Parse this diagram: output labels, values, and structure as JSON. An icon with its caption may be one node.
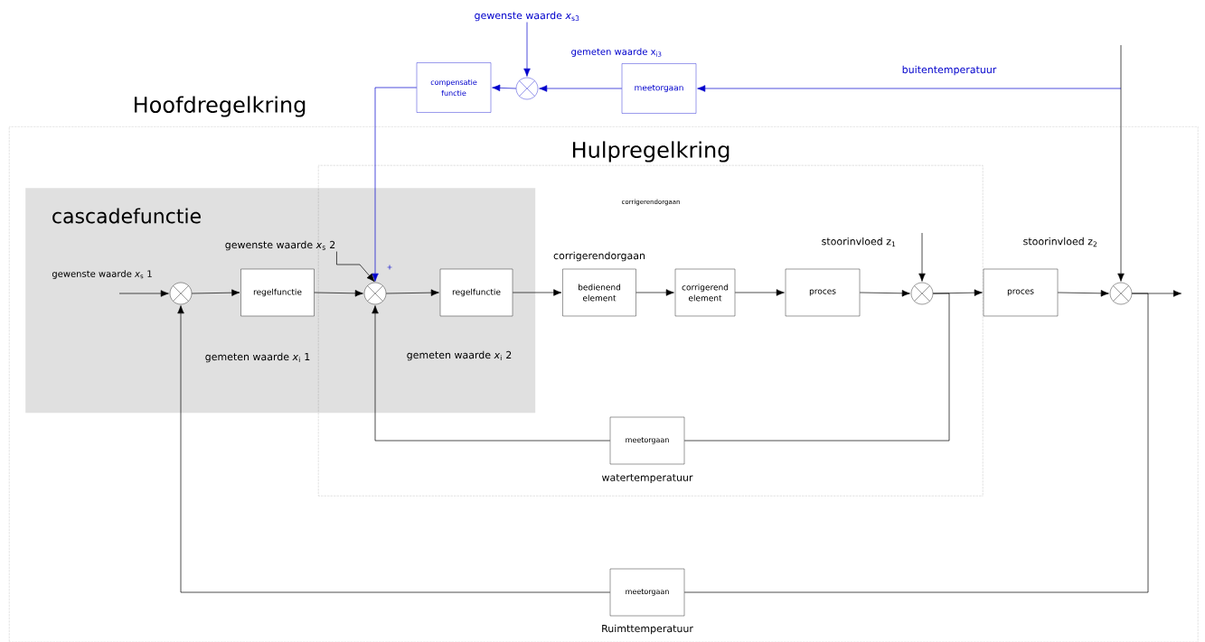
{
  "diagram": {
    "nodes": [
      {
        "text": [
          "gewenste waarde *x*$_{s3}$"
        ]
      },
      {
        "text": [
          "compensatie functie"
        ]
      },
      {
        "text": [],
        "shape": "circle"
      },
      {
        "text": [
          "meetorgaan"
        ]
      },
      {
        "text": [
          "Hoofdregelkring"
        ]
      },
      {
        "text": [
          "Hulpregelkring"
        ],
        "in": 4
      },
      {
        "text": [
          "cascadefunctie"
        ],
        "in": 4
      },
      {
        "text": [
          "gewenste waarde *x*$_{s}$ 2"
        ],
        "in": 6
      },
      {
        "text": [],
        "shape": "circle",
        "in": 6
      },
      {
        "text": [
          "regelfunctie"
        ],
        "in": 6
      },
      {
        "text": [],
        "shape": "circle"
      },
      {
        "text": [
          "regelfunctie"
        ]
      },
      {
        "text": [
          "bedienend element"
        ],
        "in": 5
      },
      {
        "text": [
          "corrigerend element"
        ],
        "in": 5
      },
      {
        "text": [
          "proces"
        ],
        "in": 5
      },
      {
        "text": [],
        "shape": "circle",
        "in": 5
      },
      {
        "text": [
          "proces"
        ],
        "in": 4
      },
      {
        "text": [],
        "shape": "circle",
        "in": 4
      },
      {
        "text": [
          "meetorgaan"
        ],
        "beside": [
          "watertemperatuur"
        ],
        "in": 5
      },
      {
        "text": [
          "meetorgaan"
        ],
        "beside": [
          "Ruimttemperatuur"
        ],
        "in": 4
      }
    ],
    "edges": [
      {
        "from": null,
        "to": 17,
        "arrow": "to"
      },
      {
        "from": null,
        "to": 3,
        "arrow": "to",
        "color": "#0000cc",
        "label": "buitentemperatuur"
      },
      {
        "from": 3,
        "to": 2,
        "arrow": "to",
        "color": "#0000cc"
      },
      {
        "from": 0,
        "to": 2,
        "arrow": "to",
        "color": "#0000cc"
      },
      {
        "from": 2,
        "to": 1,
        "arrow": "to",
        "color": "#0000cc"
      },
      {
        "from": 1,
        "to": 10,
        "arrow": "to",
        "color": "#0000cc"
      },
      {
        "from": 7,
        "to": 10,
        "arrow": "to"
      },
      {
        "from": null,
        "to": 8,
        "arrow": "to"
      },
      {
        "from": 8,
        "to": 9,
        "arrow": "to"
      },
      {
        "from": 9,
        "to": 10,
        "arrow": "to"
      },
      {
        "from": 10,
        "to": 11,
        "arrow": "to"
      },
      {
        "from": 11,
        "to": 12,
        "arrow": "to"
      },
      {
        "from": 12,
        "to": 13,
        "arrow": "to"
      },
      {
        "from": 13,
        "to": 14,
        "arrow": "to"
      },
      {
        "from": 14,
        "to": 15,
        "arrow": "to"
      },
      {
        "from": null,
        "to": 15,
        "arrow": "to"
      },
      {
        "from": 15,
        "to": 16,
        "arrow": "to"
      },
      {
        "from": 16,
        "to": 17,
        "arrow": "to"
      },
      {
        "from": 17,
        "to": null,
        "arrow": "to"
      },
      {
        "from": 15,
        "to": 18,
        "arrow": "none"
      },
      {
        "from": 18,
        "to": 10,
        "arrow": "to"
      },
      {
        "from": 17,
        "to": 19,
        "arrow": "none"
      },
      {
        "from": 19,
        "to": 8,
        "arrow": "to"
      }
    ],
    "labels": [
      "gemeten waarde x$_{i3}$",
      "corrigerendorgaan",
      "gewenste waarde *x*$_{s}$ 1",
      "+",
      "corrigerendorgaan",
      "stoorinvloed z$_{1}$",
      "stoorinvloed z$_{2}$",
      "gemeten waarde *x*$_{i}$ 1",
      "gemeten waarde *x*$_{i}$ 2"
    ]
  }
}
